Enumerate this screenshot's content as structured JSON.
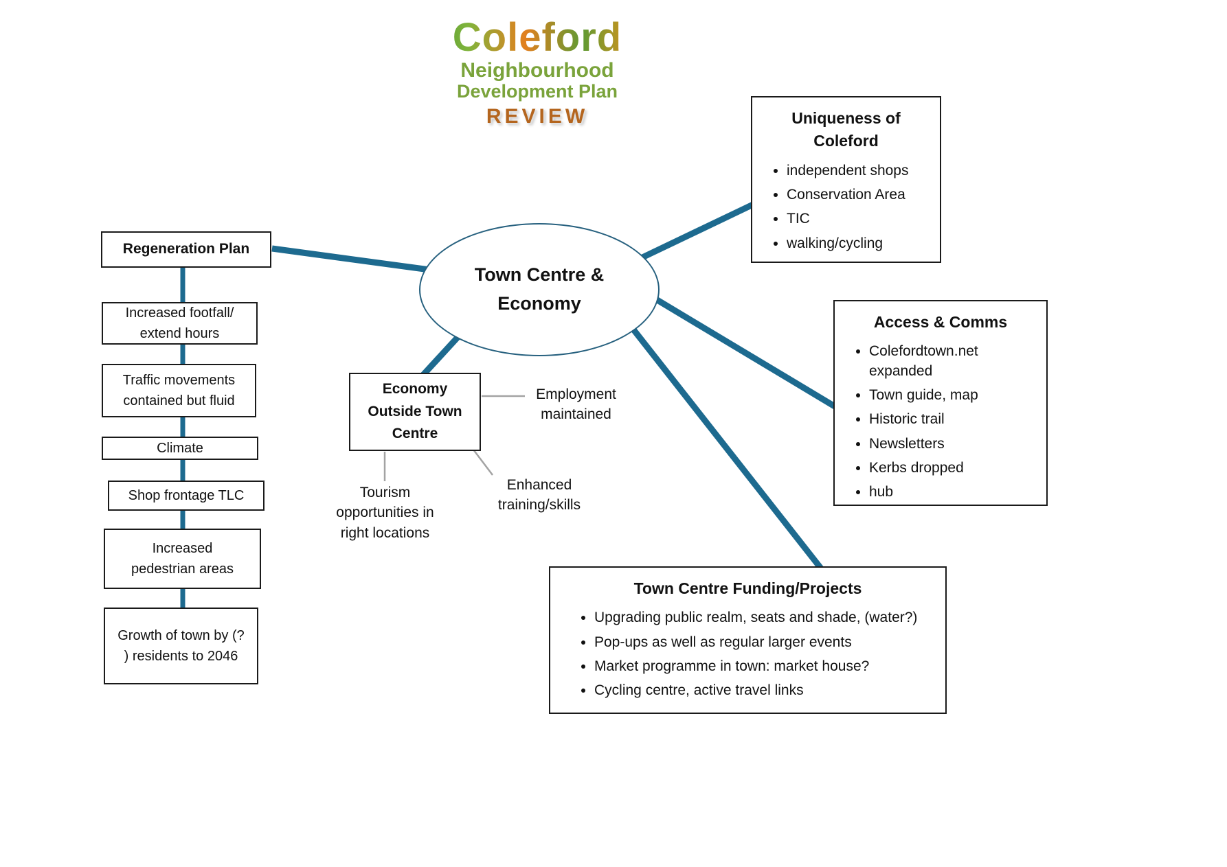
{
  "logo": {
    "title": "Coleford",
    "subtitle1": "Neighbourhood",
    "subtitle2": "Development Plan",
    "review": "REVIEW"
  },
  "center": {
    "line1": "Town Centre &",
    "line2": "Economy"
  },
  "regeneration": {
    "title": "Regeneration Plan",
    "chain": [
      "Increased footfall/ extend hours",
      "Traffic movements contained but fluid",
      "Climate",
      "Shop frontage TLC",
      "Increased pedestrian areas",
      "Growth of town by (? ) residents to 2046"
    ]
  },
  "economy_outside": {
    "title": "Economy Outside Town Centre",
    "labels": [
      "Employment maintained",
      "Enhanced training/skills",
      "Tourism opportunities in right locations"
    ]
  },
  "uniqueness": {
    "title": "Uniqueness of Coleford",
    "items": [
      "independent shops",
      "Conservation Area",
      "TIC",
      "walking/cycling"
    ]
  },
  "access": {
    "title": "Access & Comms",
    "items": [
      "Colefordtown.net expanded",
      "Town guide, map",
      "Historic trail",
      "Newsletters",
      "Kerbs dropped",
      "hub"
    ]
  },
  "funding": {
    "title": "Town Centre Funding/Projects",
    "items": [
      "Upgrading public realm, seats and shade, (water?)",
      "Pop-ups as well as regular larger events",
      "Market programme in town: market house?",
      "Cycling centre, active travel links"
    ]
  },
  "colors": {
    "connector_teal": "#1d6a8f",
    "thin_connector_gray": "#a3a3a3",
    "ellipse_border": "#27617f",
    "box_border": "#1a1a1a",
    "logo_green": "#7aa33b",
    "review_orange": "#b4651e"
  }
}
